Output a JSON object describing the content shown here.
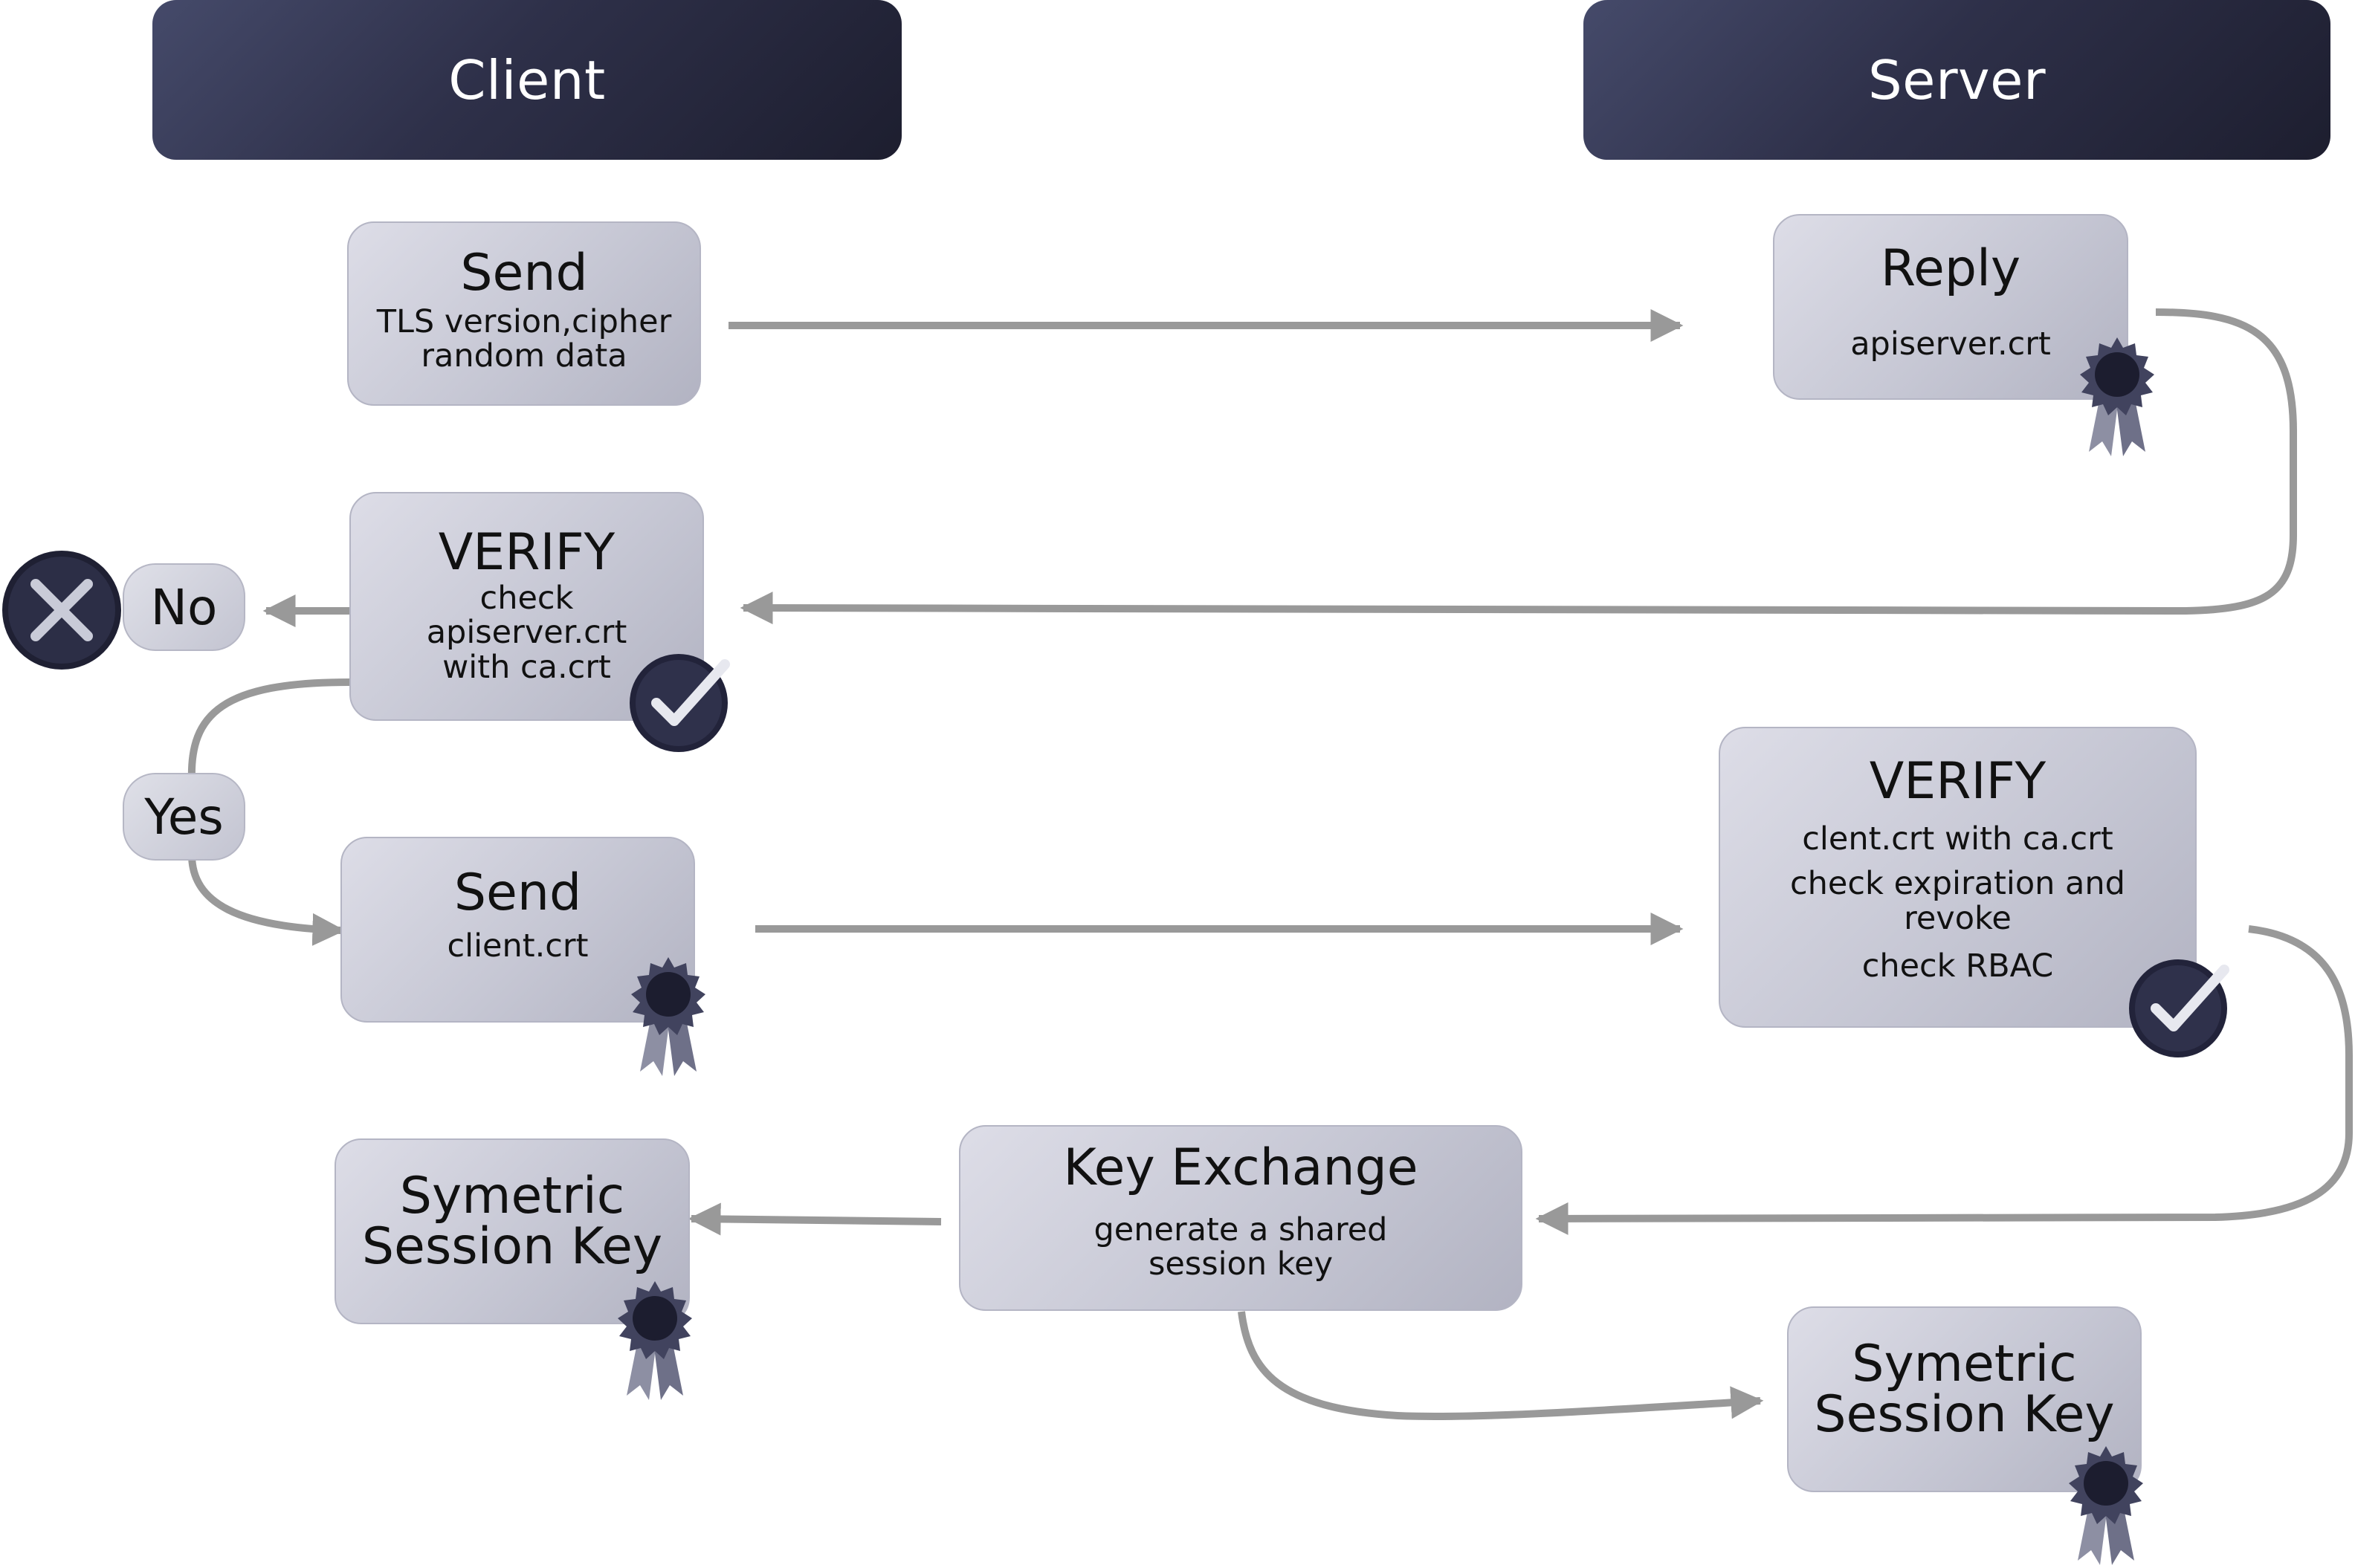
{
  "headers": {
    "client": "Client",
    "server": "Server"
  },
  "nodes": {
    "send_hello": {
      "title": "Send",
      "lines": [
        "TLS version,cipher",
        "random data"
      ]
    },
    "reply": {
      "title": "Reply",
      "lines": [
        "apiserver.crt"
      ]
    },
    "client_verify": {
      "title": "VERIFY",
      "lines": [
        "check",
        "apiserver.crt",
        "with ca.crt"
      ]
    },
    "send_cert": {
      "title": "Send",
      "lines": [
        "client.crt"
      ]
    },
    "server_verify": {
      "title": "VERIFY",
      "lines": [
        "clent.crt with ca.crt",
        "check expiration and",
        "revoke",
        "check RBAC"
      ]
    },
    "key_exchange": {
      "title": "Key Exchange",
      "lines": [
        "generate a shared",
        "session key"
      ]
    },
    "client_key": {
      "title_lines": [
        "Symetric",
        "Session Key"
      ]
    },
    "server_key": {
      "title_lines": [
        "Symetric",
        "Session Key"
      ]
    }
  },
  "decisions": {
    "no": "No",
    "yes": "Yes"
  },
  "colors": {
    "header_dark": "#1d1e2f",
    "box_fill": "#c6c7d4",
    "arrow_gray": "#999999",
    "badge_navy": "#23243a"
  }
}
